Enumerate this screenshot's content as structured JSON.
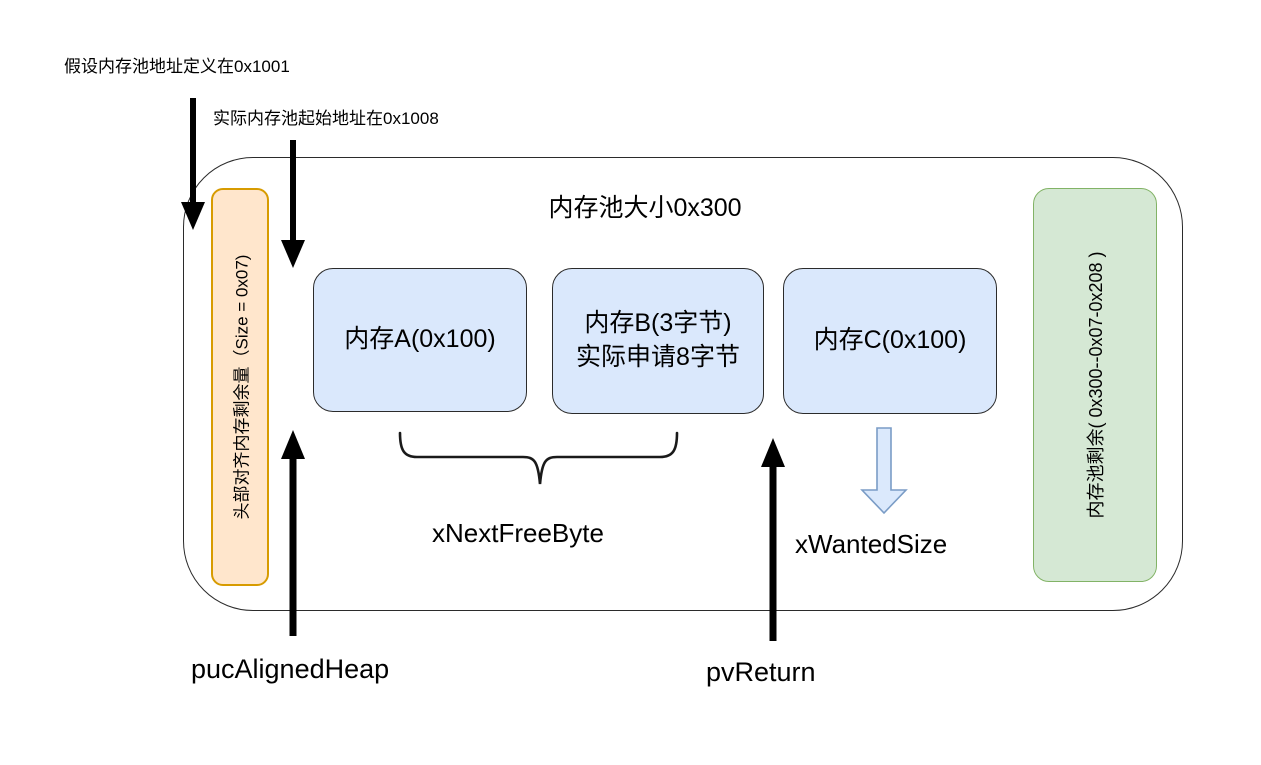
{
  "annotations": {
    "pool_address_note": "假设内存池地址定义在0x1001",
    "actual_start_note": "实际内存池起始地址在0x1008"
  },
  "pool": {
    "title": "内存池大小0x300",
    "header_align_block_label": "头部对齐内存剩余量（Size = 0x07)",
    "remaining_block_label": "内存池剩余( 0x300--0x07-0x208 )",
    "blocks": [
      {
        "label": "内存A(0x100)"
      },
      {
        "label": "内存B(3字节)\n实际申请8字节"
      },
      {
        "label": "内存C(0x100)"
      }
    ]
  },
  "pointers": {
    "x_next_free_byte": "xNextFreeByte",
    "x_wanted_size": "xWantedSize",
    "puc_aligned_heap": "pucAlignedHeap",
    "pv_return": "pvReturn"
  },
  "colors": {
    "header_block_fill": "#FFE6CC",
    "header_block_border": "#D79B00",
    "mem_block_fill": "#DAE8FC",
    "mem_block_border": "#2B2B2B",
    "remaining_block_fill": "#D5E8D4",
    "remaining_block_border": "#82B366",
    "wanted_size_arrow_fill": "#DBE9FC",
    "wanted_size_arrow_border": "#7A9CC6",
    "line_color": "#000000"
  }
}
